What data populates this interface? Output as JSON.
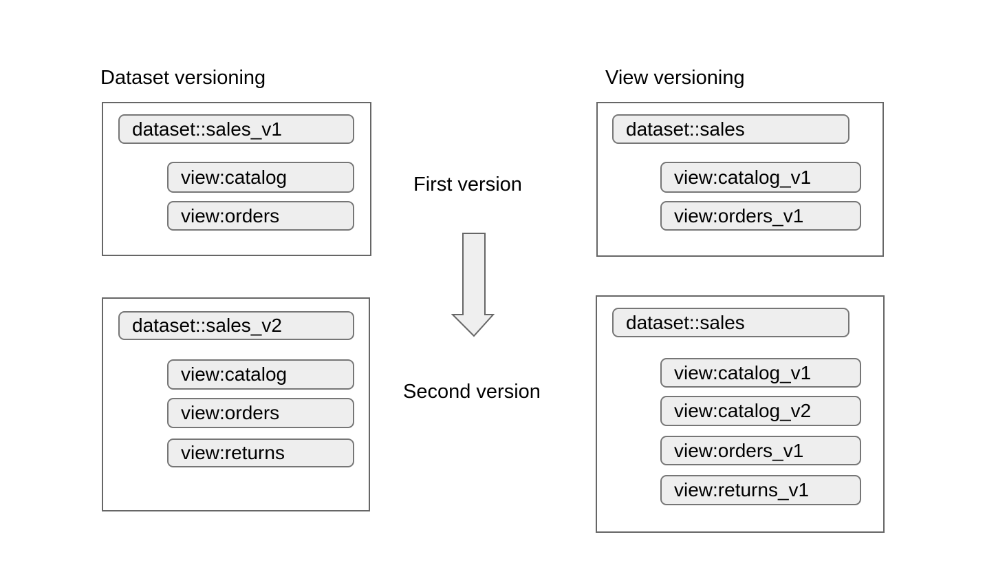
{
  "left_column": {
    "title": "Dataset versioning",
    "boxes": [
      {
        "dataset": "dataset::sales_v1",
        "views": [
          "view:catalog",
          "view:orders"
        ]
      },
      {
        "dataset": "dataset::sales_v2",
        "views": [
          "view:catalog",
          "view:orders",
          "view:returns"
        ]
      }
    ]
  },
  "right_column": {
    "title": "View versioning",
    "boxes": [
      {
        "dataset": "dataset::sales",
        "views": [
          "view:catalog_v1",
          "view:orders_v1"
        ]
      },
      {
        "dataset": "dataset::sales",
        "views": [
          "view:catalog_v1",
          "view:catalog_v2",
          "view:orders_v1",
          "view:returns_v1"
        ]
      }
    ]
  },
  "center": {
    "first_label": "First version",
    "second_label": "Second version",
    "arrow_icon": "down-arrow-icon"
  },
  "colors": {
    "background": "#ffffff",
    "box_border": "#666666",
    "pill_fill": "#eeeeee",
    "pill_border": "#767676",
    "arrow_fill": "#efefef",
    "arrow_border": "#666666",
    "text": "#000000"
  }
}
